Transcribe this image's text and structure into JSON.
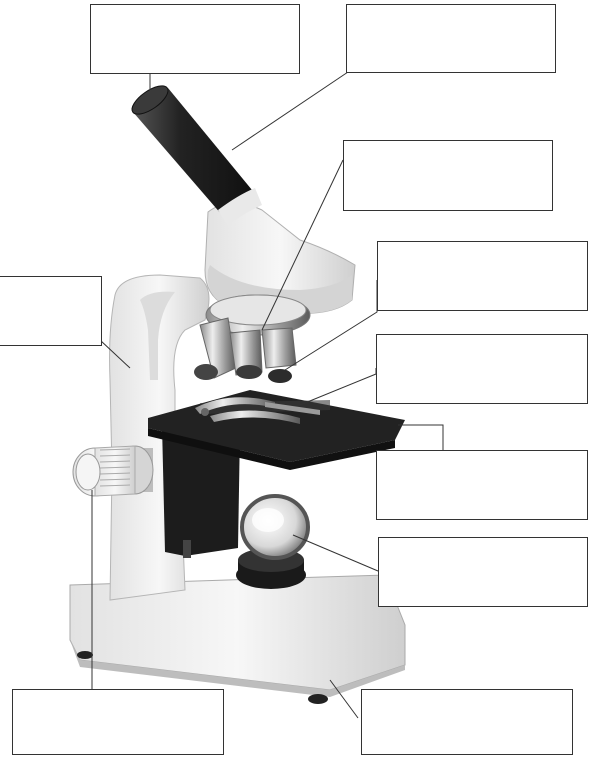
{
  "diagram": {
    "labels": [
      {
        "id": "box-eyepiece",
        "text": ""
      },
      {
        "id": "box-body-tube",
        "text": ""
      },
      {
        "id": "box-revolving-nosepiece",
        "text": ""
      },
      {
        "id": "box-arm",
        "text": ""
      },
      {
        "id": "box-objective-lenses",
        "text": ""
      },
      {
        "id": "box-stage-clips",
        "text": ""
      },
      {
        "id": "box-stage",
        "text": ""
      },
      {
        "id": "box-mirror",
        "text": ""
      },
      {
        "id": "box-focus-knob",
        "text": ""
      },
      {
        "id": "box-base",
        "text": ""
      }
    ]
  },
  "colors": {
    "body_white": "#f2f2f2",
    "body_shade": "#c8c8c8",
    "dark_parts": "#2b2b2b",
    "stage_black": "#1e1e1e",
    "line": "#333333"
  }
}
